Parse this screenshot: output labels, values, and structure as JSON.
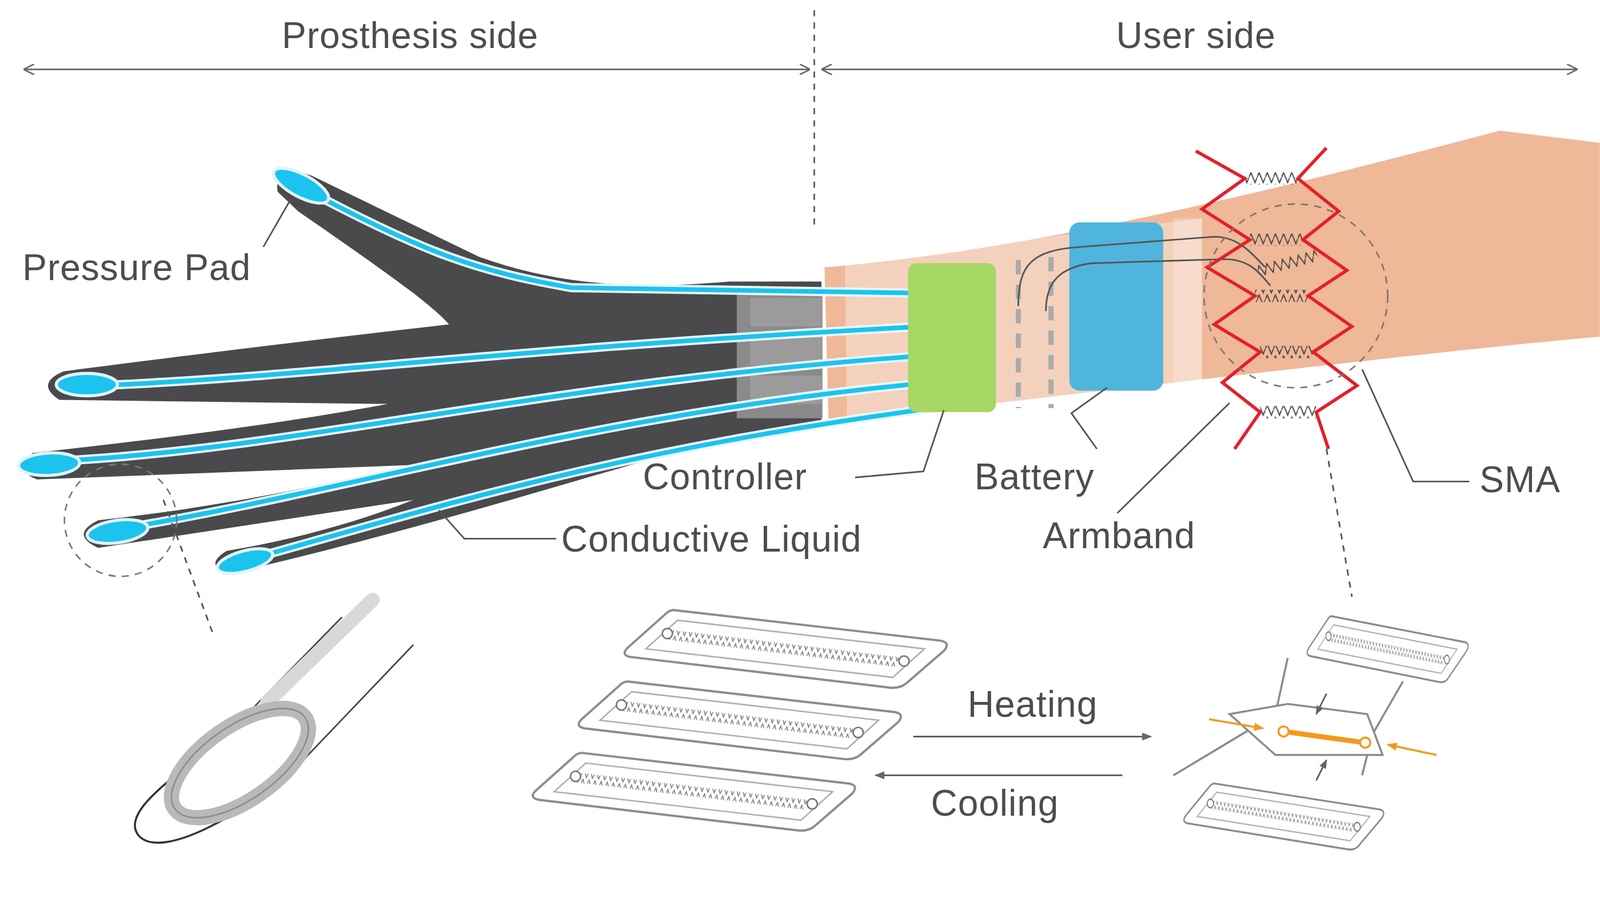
{
  "diagram": {
    "labels": [
      "Prosthesis side",
      "User side",
      "Pressure Pad",
      "Controller",
      "Battery",
      "SMA",
      "Conductive Liquid",
      "Armband",
      "Heating",
      "Cooling"
    ]
  }
}
